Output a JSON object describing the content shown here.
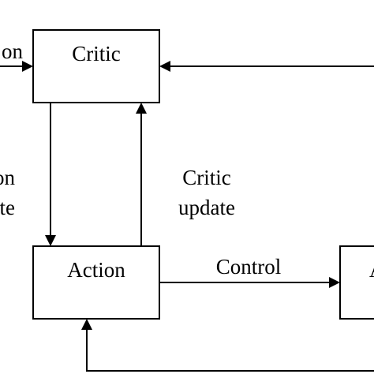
{
  "nodes": {
    "critic": {
      "label": "Critic"
    },
    "action": {
      "label": "Action"
    },
    "right_node": {
      "label": "A"
    }
  },
  "edges": {
    "control": {
      "label": "Control"
    },
    "critic_update": {
      "line1": "Critic",
      "line2": "update"
    },
    "left_top_label": {
      "text": "on"
    },
    "left_update_label": {
      "line1": "on",
      "line2": "te"
    }
  }
}
